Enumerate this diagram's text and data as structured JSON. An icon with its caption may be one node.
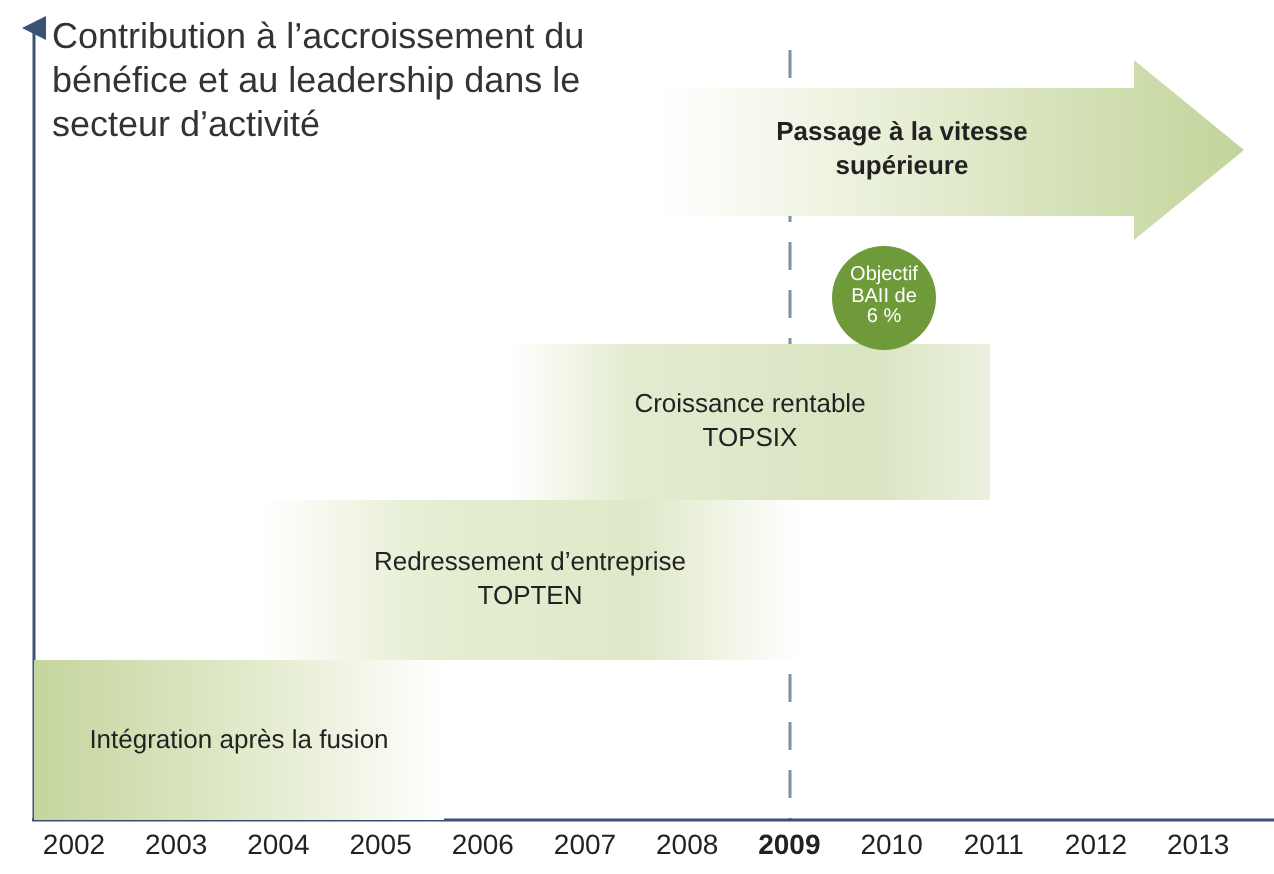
{
  "diagram": {
    "title": "Contribution à l’accroissement du bénéfice et au leadership dans le secteur d’activité",
    "nodes": [
      {
        "text": [
          "Intégration après la fusion"
        ]
      },
      {
        "text": [
          "Redressement d’entreprise TOPTEN"
        ]
      },
      {
        "text": [
          "Croissance rentable TOPSIX"
        ]
      },
      {
        "text": [
          "Passage à la vitesse supérieure"
        ]
      },
      {
        "text": [
          "Objectif BAII de 6 %"
        ]
      }
    ],
    "labels": [
      "2002",
      "2003",
      "2004",
      "2005",
      "2006",
      "2007",
      "2008",
      "2009",
      "2010",
      "2011",
      "2012",
      "2013"
    ]
  }
}
